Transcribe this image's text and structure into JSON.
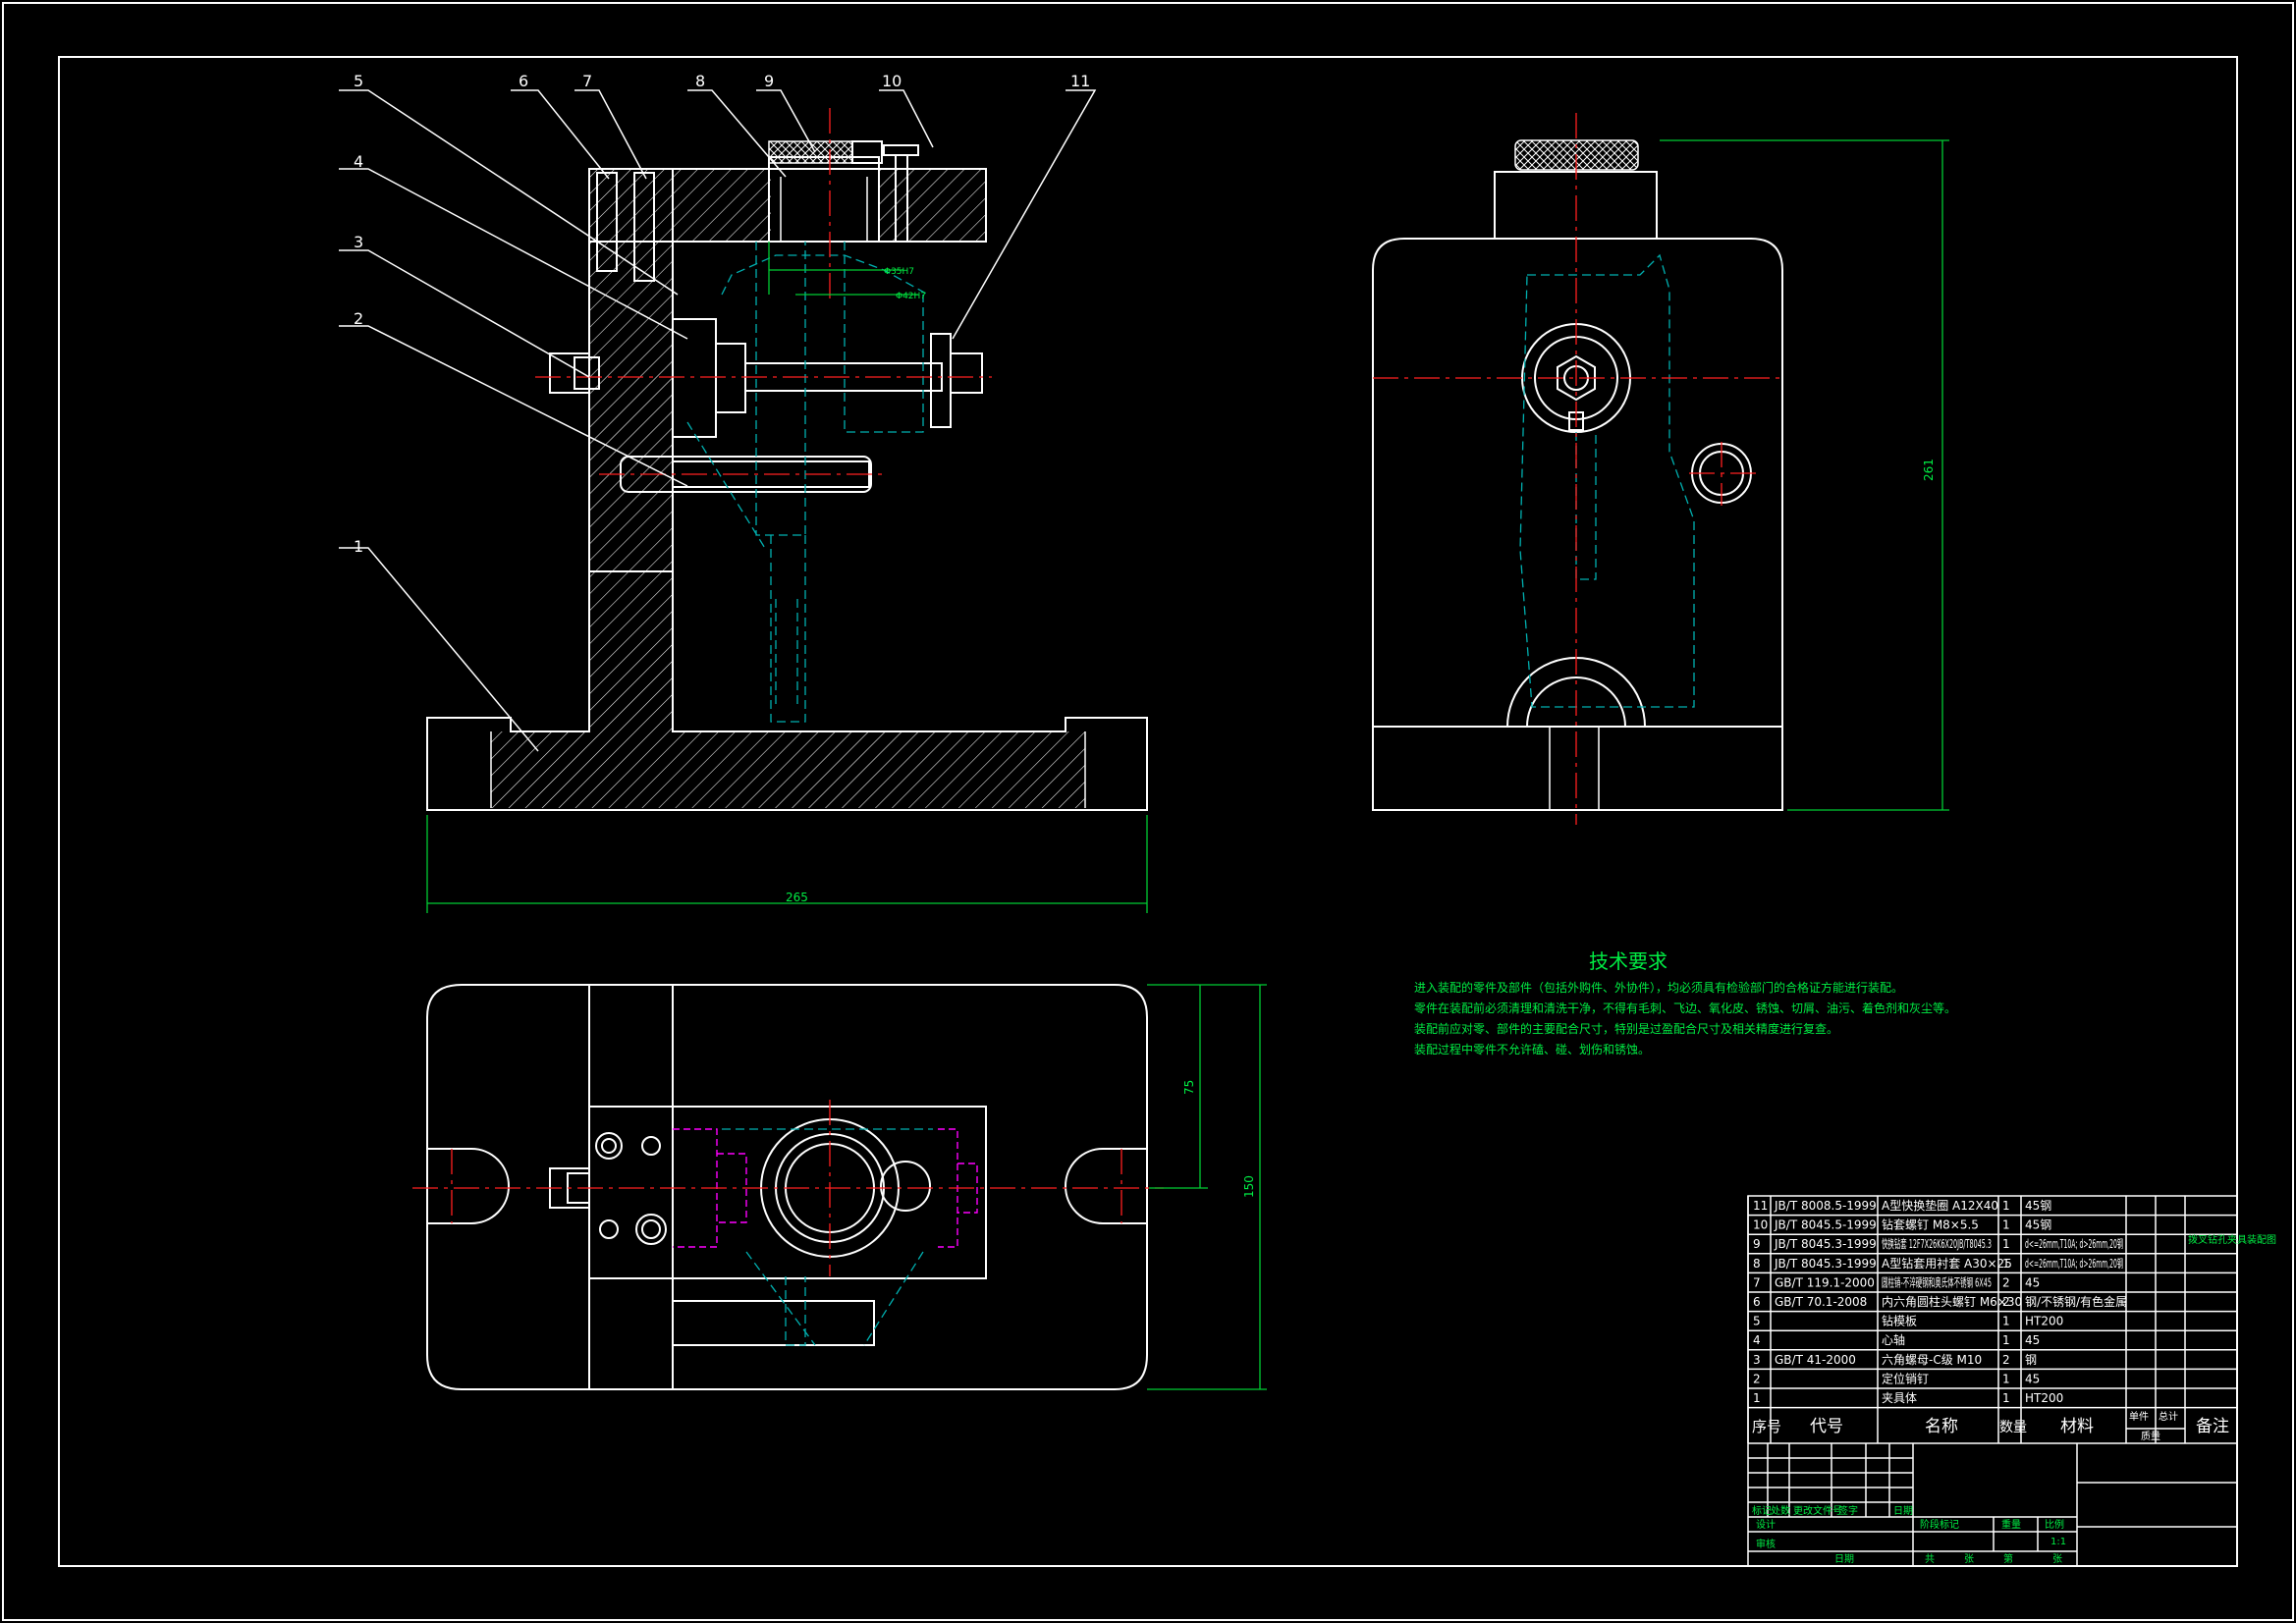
{
  "part_labels": [
    "1",
    "2",
    "3",
    "4",
    "5",
    "6",
    "7",
    "8",
    "9",
    "10",
    "11"
  ],
  "dimensions": {
    "front_width": "265",
    "side_height": "261",
    "plan_half_height": "75",
    "plan_height": "150",
    "phi_small": "Φ35H7",
    "phi_large": "Φ42H7"
  },
  "tech_req": {
    "title": "技术要求",
    "lines": [
      "进入装配的零件及部件（包括外购件、外协件），均必须具有检验部门的合格证方能进行装配。",
      "零件在装配前必须清理和清洗干净，不得有毛刺、飞边、氧化皮、锈蚀、切屑、油污、着色剂和灰尘等。",
      "装配前应对零、部件的主要配合尺寸，特别是过盈配合尺寸及相关精度进行复查。",
      "装配过程中零件不允许磕、碰、划伤和锈蚀。"
    ]
  },
  "bom": {
    "rows": [
      {
        "no": "11",
        "code": "JB/T 8008.5-1999",
        "name": "A型快换垫圈 A12X40",
        "qty": "1",
        "material": "45钢"
      },
      {
        "no": "10",
        "code": "JB/T 8045.5-1999",
        "name": "钻套螺钉 M8×5.5",
        "qty": "1",
        "material": "45钢"
      },
      {
        "no": "9",
        "code": "JB/T 8045.3-1999",
        "name": "快换钻套 12F7X26K6X20JB/T8045.3",
        "qty": "1",
        "material": "d<=26mm,T10A; d>26mm,20钢"
      },
      {
        "no": "8",
        "code": "JB/T 8045.3-1999",
        "name": "A型钻套用衬套 A30×25",
        "qty": "1",
        "material": "d<=26mm,T10A; d>26mm,20钢"
      },
      {
        "no": "7",
        "code": "GB/T 119.1-2000",
        "name": "圆柱销-不淬硬钢和奥氏体不锈钢 6X45",
        "qty": "2",
        "material": "45"
      },
      {
        "no": "6",
        "code": "GB/T 70.1-2008",
        "name": "内六角圆柱头螺钉 M6×30",
        "qty": "2",
        "material": "钢/不锈钢/有色金属"
      },
      {
        "no": "5",
        "code": "",
        "name": "钻模板",
        "qty": "1",
        "material": "HT200"
      },
      {
        "no": "4",
        "code": "",
        "name": "心轴",
        "qty": "1",
        "material": "45"
      },
      {
        "no": "3",
        "code": "GB/T 41-2000",
        "name": "六角螺母-C级 M10",
        "qty": "2",
        "material": "钢"
      },
      {
        "no": "2",
        "code": "",
        "name": "定位销钉",
        "qty": "1",
        "material": "45"
      },
      {
        "no": "1",
        "code": "",
        "name": "夹具体",
        "qty": "1",
        "material": "HT200"
      }
    ],
    "headers": {
      "no": "序号",
      "code": "代号",
      "name": "名称",
      "qty": "数量",
      "material": "材料",
      "unit": "单件",
      "total": "总计",
      "mass": "质量",
      "remark": "备注"
    },
    "side_note": "拨叉钻孔夹具装配图",
    "sign_labels": [
      "标记",
      "处数",
      "更改文件号",
      "签字",
      "日期"
    ],
    "stage_labels": [
      "阶段标记",
      "重量",
      "比例"
    ],
    "role_labels": [
      "设计",
      "审核",
      "日期",
      "共",
      "张",
      "第",
      "张"
    ],
    "scale": "1:1"
  }
}
